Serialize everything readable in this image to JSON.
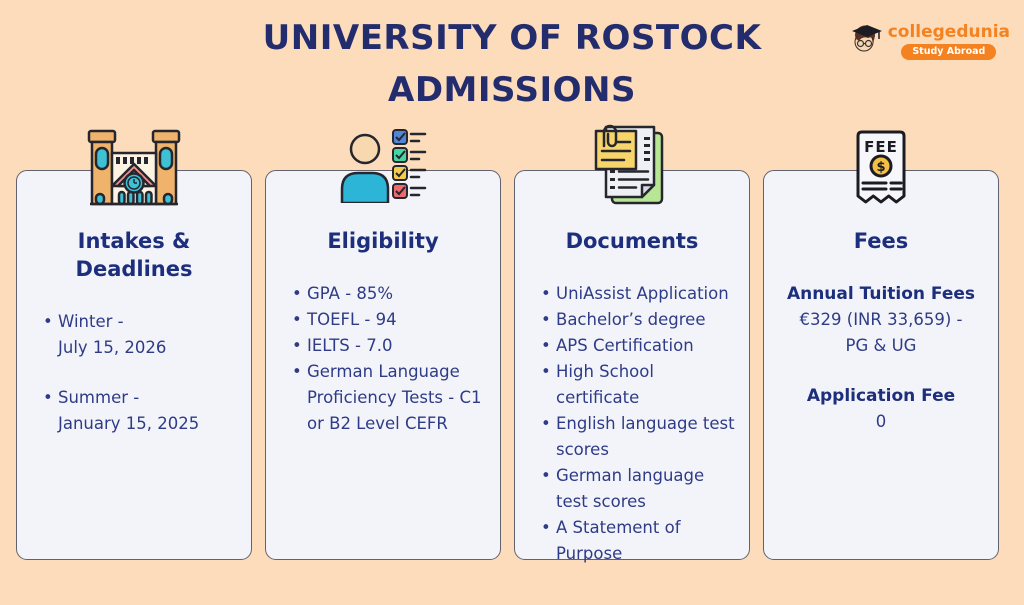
{
  "page": {
    "title_line1": "UNIVERSITY OF ROSTOCK",
    "title_line2": "ADMISSIONS"
  },
  "logo": {
    "brand": "collegedunia",
    "badge": "Study Abroad"
  },
  "colors": {
    "background": "#fcdcba",
    "card_background": "#f3f4fa",
    "card_border": "#62626f",
    "title_navy": "#232d6e",
    "heading_navy": "#1c2e7c",
    "body_navy": "#2e3b87",
    "brand_orange": "#f58220",
    "icon_teal": "#3fc1d4",
    "icon_tan": "#efb36b",
    "icon_roof_red": "#f4928a",
    "icon_green": "#b8e694",
    "icon_yellow": "#f7d56a",
    "icon_coin_yellow": "#f3bf45"
  },
  "icons": {
    "fee_text": "FEE",
    "fee_symbol": "$"
  },
  "cards": [
    {
      "icon": "university-building-icon",
      "title": "Intakes & Deadlines",
      "items": [
        {
          "line1": "Winter -",
          "line2": "July 15, 2026"
        },
        {
          "line1": "Summer -",
          "line2": "January 15, 2025"
        }
      ]
    },
    {
      "icon": "eligibility-checklist-icon",
      "title": "Eligibility",
      "items": [
        "GPA - 85%",
        "TOEFL - 94",
        "IELTS - 7.0",
        "German Language Proficiency Tests - C1 or B2 Level CEFR"
      ]
    },
    {
      "icon": "documents-icon",
      "title": "Documents",
      "items": [
        "UniAssist Application",
        "Bachelor’s degree",
        "APS Certification",
        "High School certificate",
        "English language test scores",
        "German language test scores",
        {
          "line1": "A Statement of",
          "line2": "Purpose"
        }
      ]
    },
    {
      "icon": "fee-receipt-icon",
      "title": "Fees",
      "sections": [
        {
          "label": "Annual Tuition Fees",
          "line1": "€329 (INR 33,659) -",
          "line2": "PG & UG"
        },
        {
          "label": "Application Fee",
          "line1": "0",
          "line2": ""
        }
      ]
    }
  ]
}
